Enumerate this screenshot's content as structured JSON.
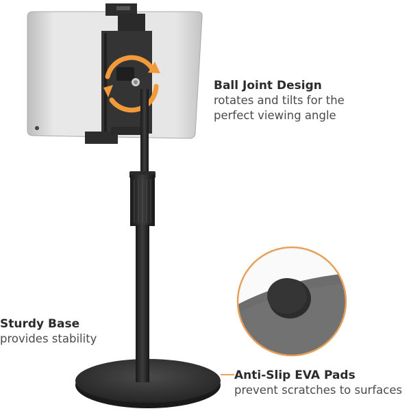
{
  "product": {
    "name": "Tablet Stand",
    "accent_color": "#f0a040",
    "stand_color": "#2a2a2a"
  },
  "callouts": [
    {
      "title": "Ball Joint Design",
      "desc_lines": [
        "rotates and tilts for the",
        "perfect viewing angle"
      ]
    },
    {
      "title": "Sturdy Base",
      "desc_lines": [
        "provides stability"
      ]
    },
    {
      "title": "Anti-Slip EVA Pads",
      "desc_lines": [
        "prevent scratches to surfaces"
      ]
    }
  ]
}
